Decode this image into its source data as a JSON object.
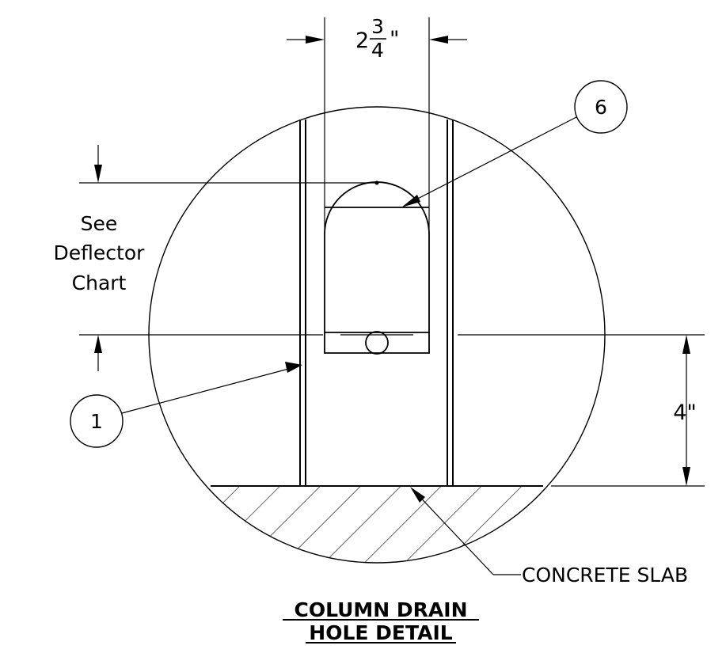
{
  "dimensions": {
    "width_whole": "2",
    "width_numerator": "3",
    "width_denominator": "4",
    "width_unit": "\"",
    "height": "4\""
  },
  "note_lines": [
    "See",
    "Deflector",
    "Chart"
  ],
  "callouts": [
    "6",
    "1"
  ],
  "leader_label": "CONCRETE SLAB",
  "title_lines": [
    "COLUMN DRAIN",
    "HOLE DETAIL"
  ]
}
